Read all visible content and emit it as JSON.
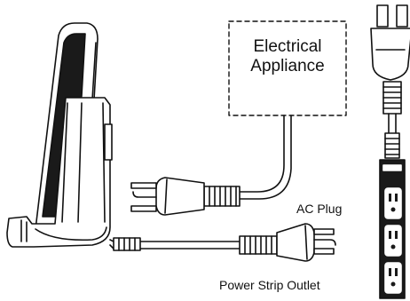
{
  "labels": {
    "appliance_line1": "Electrical",
    "appliance_line2": "Appliance",
    "ac_plug": "AC Plug",
    "power_strip_outlet": "Power Strip Outlet"
  },
  "colors": {
    "stroke": "#111111",
    "fill": "#ffffff",
    "dark": "#1a1a1a"
  }
}
